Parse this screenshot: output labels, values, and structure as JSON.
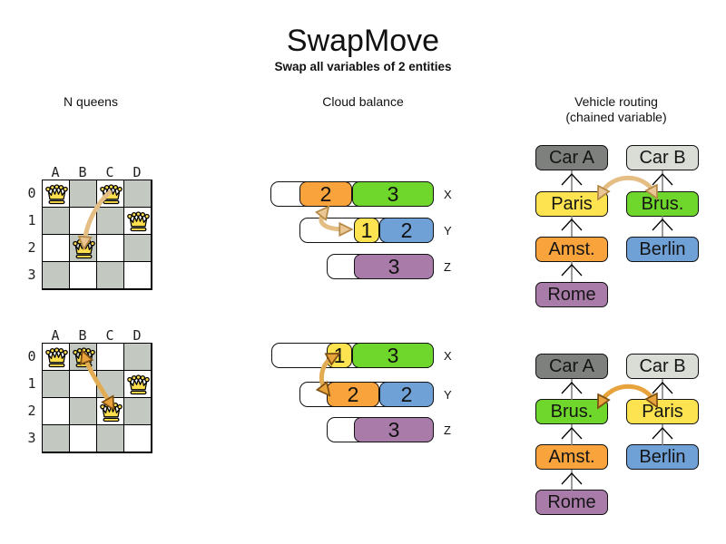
{
  "title": "SwapMove",
  "subtitle": "Swap all variables of 2 entities",
  "nqueens": {
    "header": "N queens",
    "column_labels": [
      "A",
      "B",
      "C",
      "D"
    ],
    "row_labels": [
      "0",
      "1",
      "2",
      "3"
    ],
    "before": {
      "queens": [
        "A0",
        "C0",
        "D1",
        "B2"
      ],
      "swap_arrow": "C0 to B2"
    },
    "after": {
      "queens": [
        "A0",
        "B0",
        "D1",
        "C2"
      ],
      "swap_arrow": "B0 to C2"
    }
  },
  "cloud": {
    "header": "Cloud balance",
    "before": {
      "rows": [
        {
          "label": "X",
          "segments": [
            {
              "value": "2",
              "color": "orange"
            },
            {
              "value": "3",
              "color": "green"
            }
          ]
        },
        {
          "label": "Y",
          "segments": [
            {
              "value": "1",
              "color": "yellow"
            },
            {
              "value": "2",
              "color": "blue"
            }
          ]
        },
        {
          "label": "Z",
          "segments": [
            {
              "value": "3",
              "color": "purple"
            }
          ]
        }
      ],
      "swap_arrow": "orange 2 on X with yellow 1 on Y"
    },
    "after": {
      "rows": [
        {
          "label": "X",
          "segments": [
            {
              "value": "1",
              "color": "yellow"
            },
            {
              "value": "3",
              "color": "green"
            }
          ]
        },
        {
          "label": "Y",
          "segments": [
            {
              "value": "2",
              "color": "orange"
            },
            {
              "value": "2",
              "color": "blue"
            }
          ]
        },
        {
          "label": "Z",
          "segments": [
            {
              "value": "3",
              "color": "purple"
            }
          ]
        }
      ],
      "swap_arrow": "yellow 1 on X with orange 2 on Y"
    }
  },
  "vehicle": {
    "header": "Vehicle routing",
    "header_note": "(chained variable)",
    "before": {
      "chain_a": [
        "Car A",
        "Paris",
        "Amst.",
        "Rome"
      ],
      "chain_b": [
        "Car B",
        "Brus.",
        "Berlin"
      ],
      "swap_arrow": "Paris and Brus."
    },
    "after": {
      "chain_a": [
        "Car A",
        "Brus.",
        "Amst.",
        "Rome"
      ],
      "chain_b": [
        "Car B",
        "Paris",
        "Berlin"
      ],
      "swap_arrow": "Brus. and Paris"
    }
  },
  "colors": {
    "orange": "#F8A33B",
    "green": "#6FD62C",
    "yellow": "#FCE34F",
    "blue": "#6FA0D6",
    "purple": "#A97BA9",
    "car_a_gray": "#7D807D",
    "car_b_gray": "#D9DDD6",
    "board_gray": "#C3C9C1",
    "queen_gold": "#FFDF4D",
    "swap_arrow_light": "#E9C693",
    "swap_arrow_dark": "#E8A33C"
  }
}
